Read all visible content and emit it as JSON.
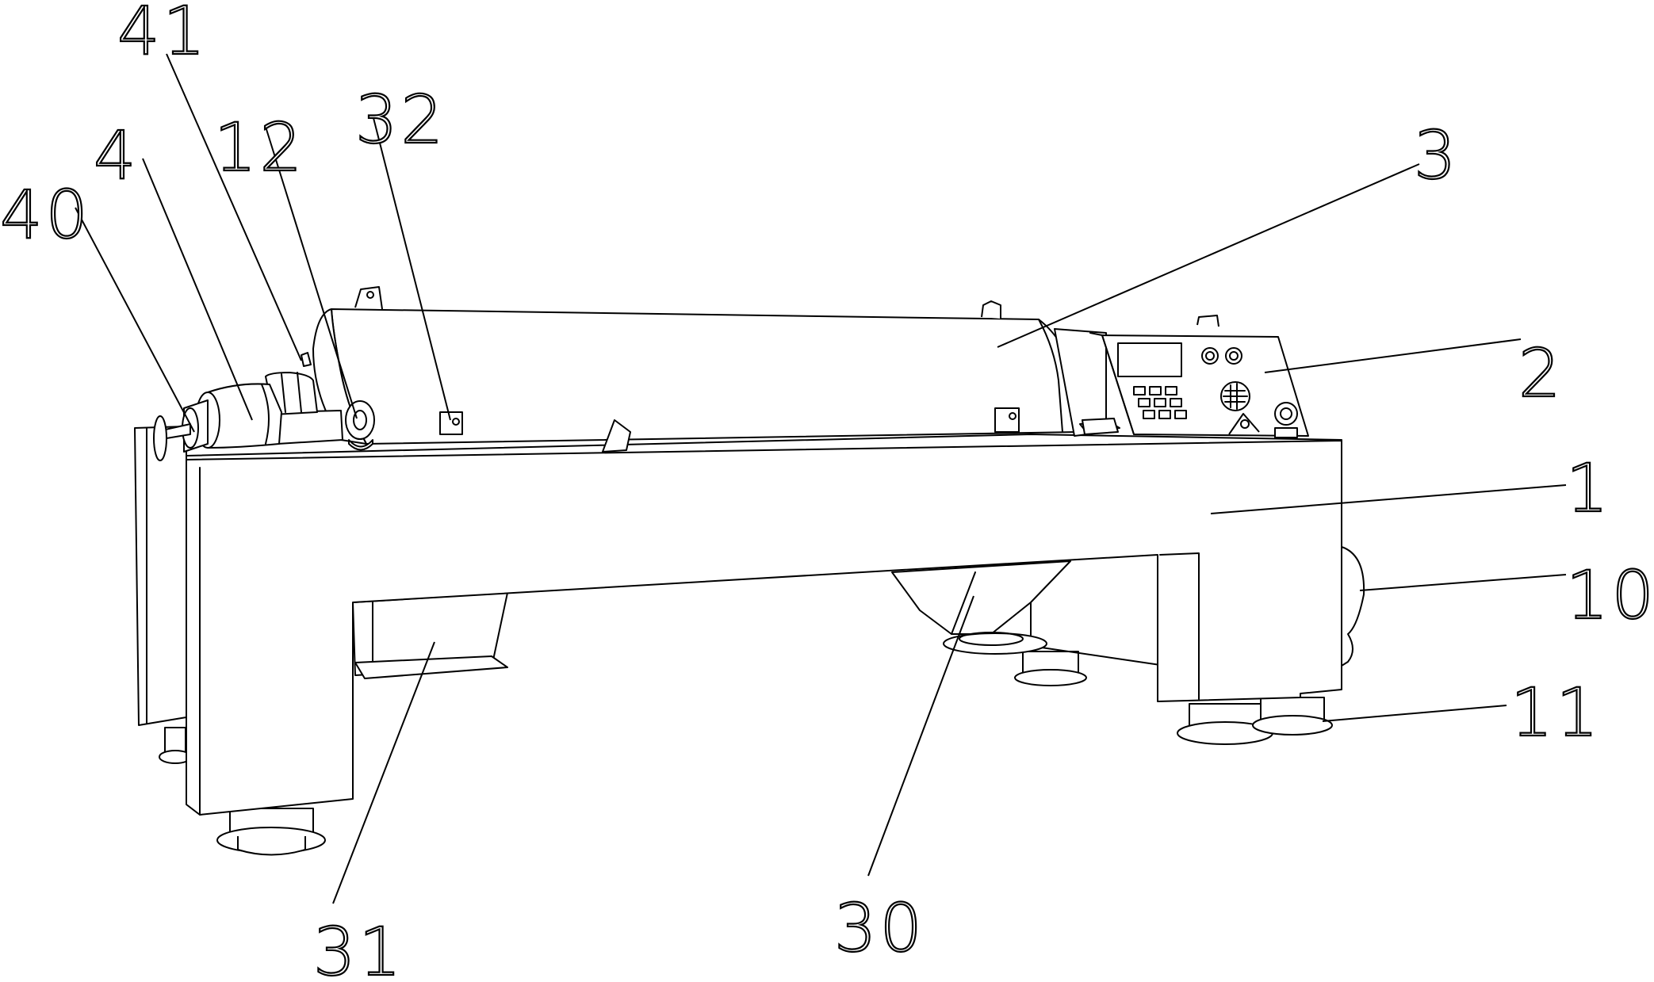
{
  "figure": {
    "labels": {
      "l41": "41",
      "l12": "12",
      "l32": "32",
      "l4": "4",
      "l40": "40",
      "l3": "3",
      "l2": "2",
      "l1": "1",
      "l10": "10",
      "l11": "11",
      "l31": "31",
      "l30": "30"
    }
  },
  "colors": {
    "line": "#000000",
    "background": "#ffffff"
  }
}
